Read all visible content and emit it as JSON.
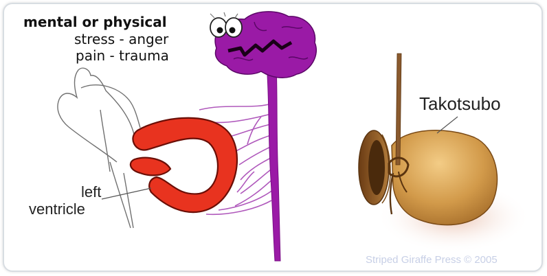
{
  "labels": {
    "line1": "mental or physical",
    "line2": "stress - anger",
    "line3": "pain - trauma",
    "ventricle_1": "left",
    "ventricle_2": "ventricle",
    "pot": "Takotsubo",
    "credit": "Striped Giraffe Press © 2005"
  },
  "colors": {
    "brain": "#9a1aa6",
    "heart": "#e8331f",
    "pot": "#d29a4a",
    "rope": "#8a5a2e"
  },
  "icons": {
    "brain": "brain-cartoon",
    "heart": "left-ventricle",
    "pot": "octopus-pot"
  }
}
